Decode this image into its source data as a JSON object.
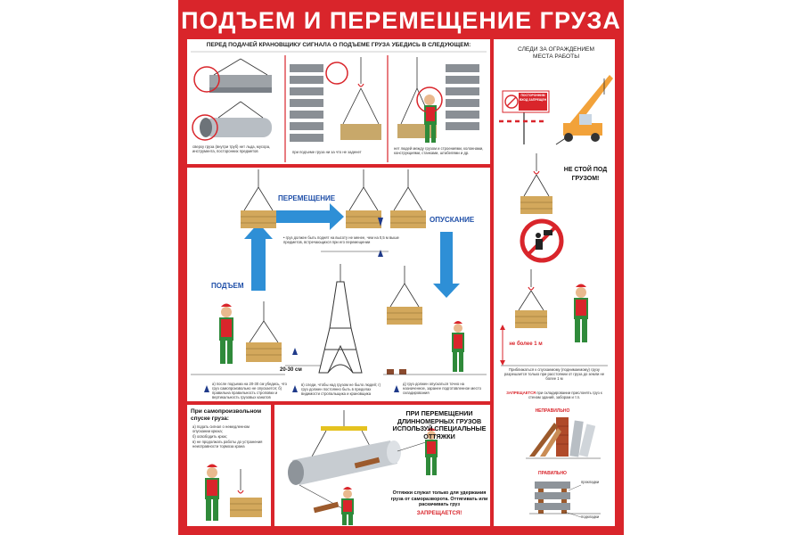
{
  "title": "ПОДЪЕМ И ПЕРЕМЕЩЕНИЕ ГРУЗА",
  "top_panel": {
    "header": "ПЕРЕД ПОДАЧЕЙ КРАНОВЩИКУ СИГНАЛА О ПОДЪЕМЕ ГРУЗА УБЕДИСЬ В СЛЕДУЮЩЕМ:",
    "captions": [
      "сверху груза (внутри труб) нет льда, мусора, инструмента, посторонних предметов",
      "при подъеме груза ни за что не заденет",
      "нет людей между грузом и стро­ениями, колоннами, конструкциями, станками, штабелями и др."
    ]
  },
  "middle_panel": {
    "label_move": "ПЕРЕМЕЩЕНИЕ",
    "label_lift": "ПОДЪЕМ",
    "label_lower": "ОПУСКАНИЕ",
    "height_mark": "20-30 см",
    "note_move": "• груз должен быть поднят на высоту не менее, чем на 0,5 м выше предметов, встречающихся при его перемещении",
    "caption_lift": "а) после подъема на 20-30 см убедись, что груз самопроизвольно не опускается; б) правильна правильность строповки и вертикальность грузовых канатов",
    "caption_tower": "в) следи, чтобы над грузом не было людей; г) груз должен постоянно быть в пределах видимости стропальщика и крановщика",
    "caption_lower": "д) груз должен опускаться точно на назначенное, заранее подготовленное место складирования"
  },
  "bottom_left": {
    "title": "При самопроизвольном спуске груза:",
    "items": [
      "а) подать сигнал о немедленном опускании крюка;",
      "б) освободить крюк;",
      "в) не продолжать работы до устранения неисправности тормоза крана"
    ]
  },
  "bottom_right": {
    "title": "ПРИ ПЕРЕМЕЩЕНИИ ДЛИННОМЕРНЫХ ГРУЗОВ ИСПОЛЬЗУЙ СПЕЦИАЛЬНЫЕ ОТТЯЖКИ",
    "note": "Оттяжки служат только для удержания груза от саморазворота. Оттягивать или раскачивать груз",
    "forbidden": "ЗАПРЕЩАЕТСЯ!"
  },
  "right_panel": {
    "header": "СЛЕДИ ЗА ОГРАЖДЕНИЕМ МЕСТА РАБОТЫ",
    "sign_text": "ПОСТОРОННИМ ВХОД ЗАПРЕЩЕН",
    "warning": "НЕ СТОЙ ПОД ГРУЗОМ!",
    "distance": "не более 1 м",
    "approach_note": "Приближаться к спускаемому (поднимаемому) грузу разрешается только при расстоянии от груза до земли не более 1 м",
    "forbidden_word": "ЗАПРЕЩАЕТСЯ",
    "forbidden_rest": "при складировании прислонять груз к стенам зданий, заборам и т.п.",
    "wrong": "НЕПРАВИЛЬНО",
    "right": "ПРАВИЛЬНО",
    "spacer_top": "прокладки",
    "spacer_bottom": "подкладки"
  }
}
